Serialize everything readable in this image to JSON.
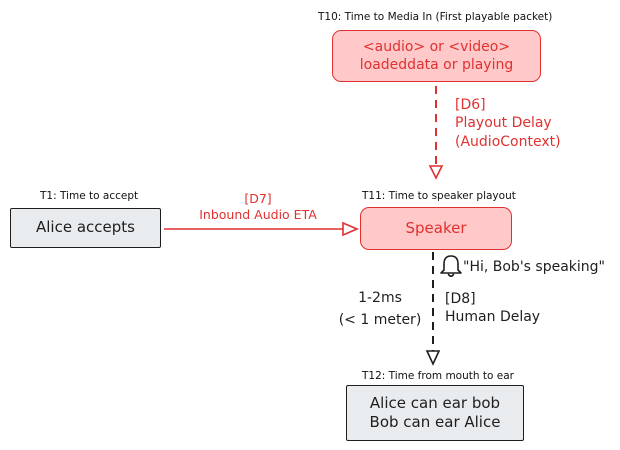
{
  "t10": {
    "caption": "T10: Time to Media In (First playable packet)",
    "line1": "<audio> or <video>",
    "line2": "loadeddata or playing"
  },
  "d6": {
    "code": "[D6]",
    "line1": "Playout Delay",
    "line2": "(AudioContext)"
  },
  "t1": {
    "caption": "T1: Time to accept",
    "box": "Alice accepts"
  },
  "d7": {
    "code": "[D7]",
    "label": "Inbound Audio ETA"
  },
  "t11": {
    "caption": "T11: Time to speaker playout",
    "box": "Speaker"
  },
  "speech": "\"Hi, Bob's speaking\"",
  "d8": {
    "code": "[D8]",
    "label": "Human Delay"
  },
  "distance": {
    "line1": "1-2ms",
    "line2": "(< 1 meter)"
  },
  "t12": {
    "caption": "T12: Time from mouth to ear",
    "line1": "Alice can ear bob",
    "line2": "Bob can ear Alice"
  },
  "colors": {
    "accent": "#e03131",
    "accent_fill": "#ffc9c9",
    "neutral_fill": "#e9ecef",
    "stroke": "#1e1e1e"
  }
}
